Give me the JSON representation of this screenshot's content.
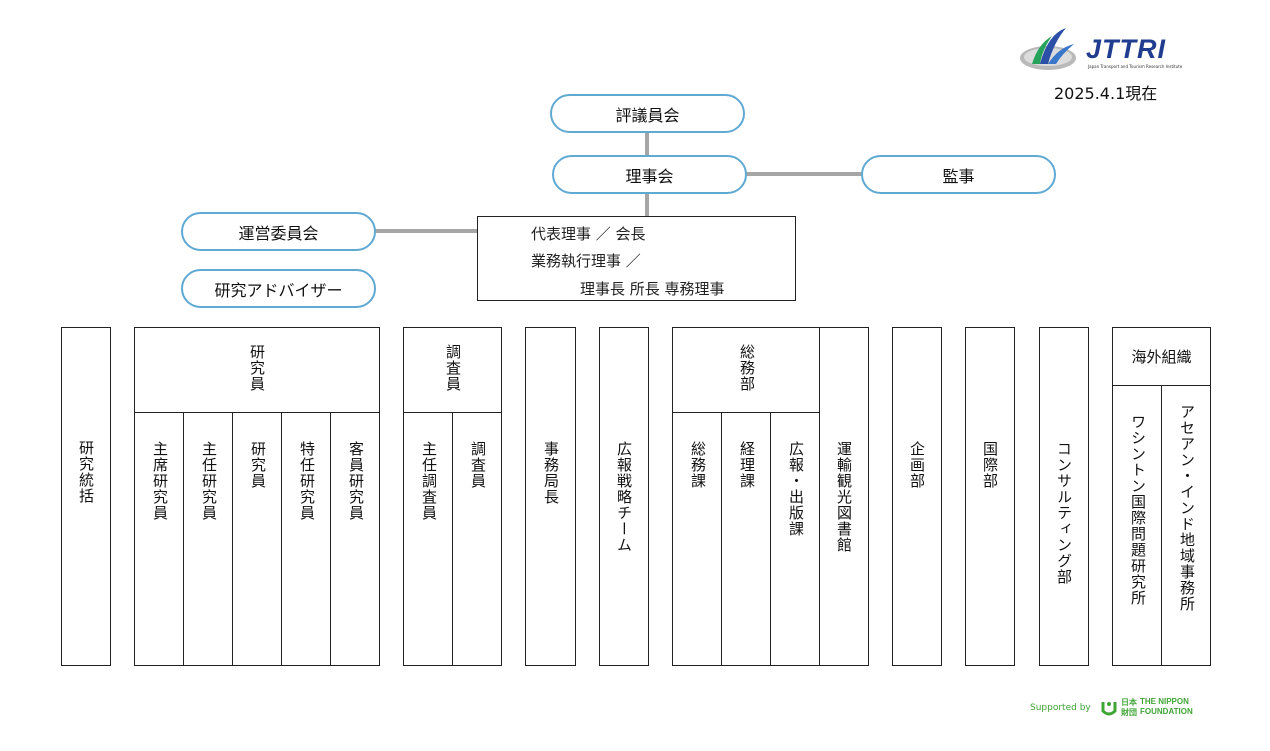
{
  "header": {
    "logo_text": "JTTRI",
    "logo_subtext": "Japan Transport and Tourism Research Institute",
    "date": "2025.4.1現在"
  },
  "top": {
    "council": "評議員会",
    "board": "理事会",
    "auditor": "監事",
    "steering": "運営委員会",
    "advisor": "研究アドバイザー"
  },
  "exec": {
    "line1": "代表理事 ／ 会長",
    "line2": "業務執行理事 ／",
    "line3": "理事長 所長 専務理事"
  },
  "depts": {
    "research_general": "研究統括",
    "researchers": {
      "header": "研究員",
      "items": [
        "主席研究員",
        "主任研究員",
        "研究員",
        "特任研究員",
        "客員研究員"
      ]
    },
    "investigators": {
      "header": "調査員",
      "items": [
        "主任調査員",
        "調査員"
      ]
    },
    "secretary_general": "事務局長",
    "pr_team": "広報戦略チーム",
    "general_affairs": {
      "header": "総務部",
      "items": [
        "総務課",
        "経理課",
        "広報・出版課"
      ]
    },
    "library": "運輸観光図書館",
    "planning": "企画部",
    "international": "国際部",
    "consulting": "コンサルティング部",
    "overseas": {
      "header": "海外組織",
      "items": [
        "ワシントン国際問題研究所",
        "アセアン・インド地域事務所"
      ]
    }
  },
  "footer": {
    "supported_by": "Supported by",
    "foundation_jp_1": "日本",
    "foundation_jp_2": "財団",
    "foundation_en_1": "THE NIPPON",
    "foundation_en_2": "FOUNDATION"
  }
}
